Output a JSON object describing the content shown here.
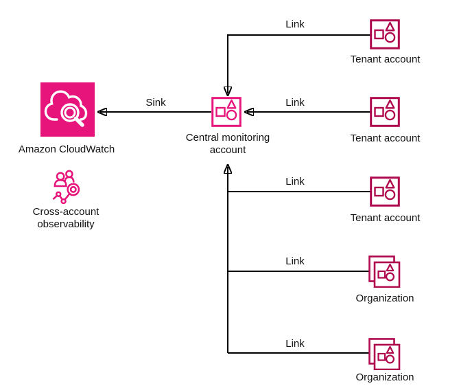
{
  "colors": {
    "aws_pink": "#E7157B",
    "dark_pink": "#B0084D",
    "connector": "#000000",
    "background": "#FFFFFF"
  },
  "icons": {
    "cloudwatch": "cloud-magnifier-icon",
    "cross_account": "people-metrics-magnifier-icon",
    "account": "account-shapes-icon",
    "organization": "organization-stacked-accounts-icon"
  },
  "nodes": {
    "cloudwatch": {
      "label": "Amazon CloudWatch"
    },
    "cross_account": {
      "line1": "Cross-account",
      "line2": "observability"
    },
    "central": {
      "line1": "Central monitoring",
      "line2": "account"
    },
    "tenants": [
      {
        "label": "Tenant account"
      },
      {
        "label": "Tenant account"
      },
      {
        "label": "Tenant account"
      }
    ],
    "organizations": [
      {
        "label": "Organization"
      },
      {
        "label": "Organization"
      }
    ]
  },
  "edges": {
    "sink": {
      "label": "Sink"
    },
    "links": [
      {
        "label": "Link"
      },
      {
        "label": "Link"
      },
      {
        "label": "Link"
      },
      {
        "label": "Link"
      },
      {
        "label": "Link"
      }
    ]
  }
}
